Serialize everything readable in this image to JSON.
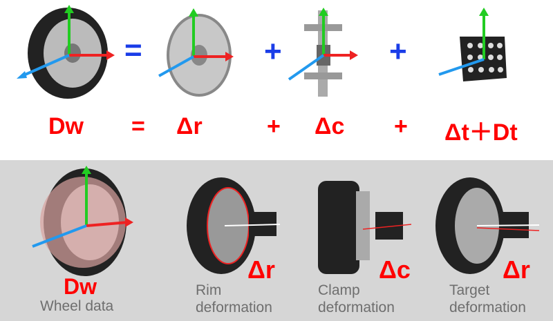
{
  "equation": {
    "lhs": "Dw",
    "eq": "=",
    "r": "Δr",
    "plus1": "+",
    "c": "Δc",
    "plus2": "+",
    "t": "Δt＋Dt"
  },
  "operators": {
    "eq": "=",
    "plus": "+"
  },
  "panels": [
    {
      "symbol": "Dw",
      "label1": "Wheel data",
      "label2": ""
    },
    {
      "symbol": "Δr",
      "label1": "Rim",
      "label2": "deformation"
    },
    {
      "symbol": "Δc",
      "label1": "Clamp",
      "label2": "deformation"
    },
    {
      "symbol": "Δr",
      "label1": "Target",
      "label2": "deformation"
    }
  ],
  "colors": {
    "red": "#ff0000",
    "blue": "#1a3de8",
    "axisGreen": "#22cc22",
    "axisRed": "#ee2222",
    "axisBlue": "#2299ee",
    "bg": "#d6d6d6"
  }
}
